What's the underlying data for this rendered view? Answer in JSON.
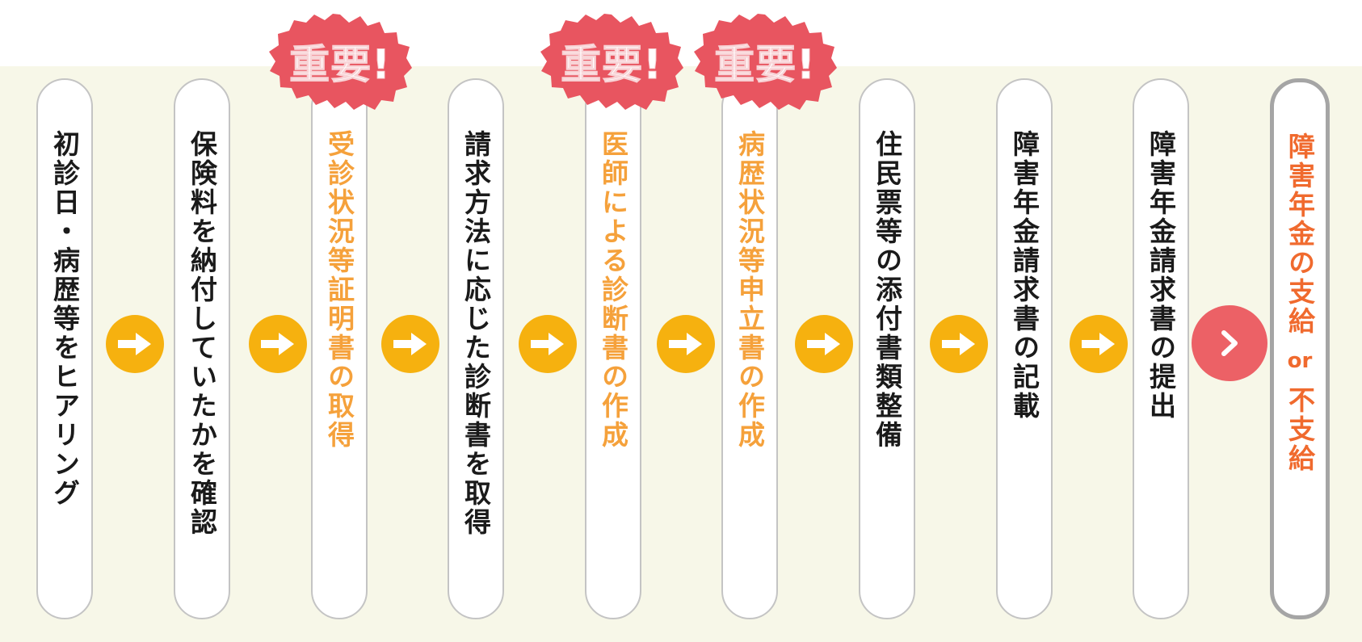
{
  "steps": [
    {
      "label": "初診日・病歴等をヒアリング",
      "important": false
    },
    {
      "label": "保険料を納付していたかを確認",
      "important": false
    },
    {
      "label": "受診状況等証明書の取得",
      "important": true
    },
    {
      "label": "請求方法に応じた診断書を取得",
      "important": false
    },
    {
      "label": "医師による診断書の作成",
      "important": true
    },
    {
      "label": "病歴状況等申立書の作成",
      "important": true
    },
    {
      "label": "住民票等の添付書類整備",
      "important": false
    },
    {
      "label": "障害年金請求書の記載",
      "important": false
    },
    {
      "label": "障害年金請求書の提出",
      "important": false
    }
  ],
  "final": {
    "label_top": "障害年金の支給",
    "or": "or",
    "label_bottom": "不支給"
  },
  "badge_label": "重要!",
  "colors": {
    "band": "#f7f7e8",
    "arrow": "#f6b10f",
    "chevron": "#ec6166",
    "badge": "#e85560",
    "important_text": "#f5a13b",
    "final_text": "#f06a2e"
  },
  "icons": {
    "step_arrow": "right-arrow-icon",
    "final_arrow": "chevron-right-icon",
    "badge": "important-badge"
  }
}
